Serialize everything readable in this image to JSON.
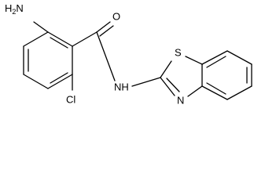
{
  "molecule": {
    "labels": {
      "amine": "H2N",
      "amine_h": "H",
      "amine_sub2": "2",
      "amine_n": "N",
      "carbonyl_o": "O",
      "amide_nh": "NH",
      "chlorine": "Cl",
      "thiazole_s": "S",
      "thiazole_n": "N"
    }
  }
}
